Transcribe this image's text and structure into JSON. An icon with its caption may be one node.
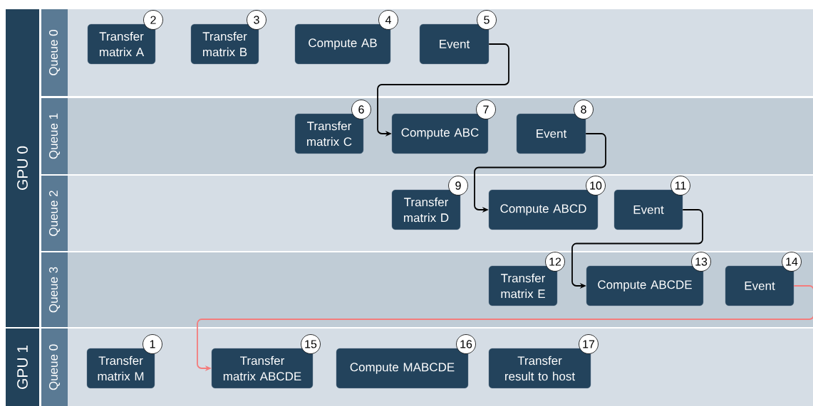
{
  "diagram": {
    "nodes": [
      {
        "text": [
          "GPU 0"
        ]
      },
      {
        "text": [
          "Queue 0"
        ]
      },
      {
        "text": [
          "Queue 1"
        ]
      },
      {
        "text": [
          "Queue 2"
        ]
      },
      {
        "text": [
          "Queue 3"
        ]
      },
      {
        "text": [
          "GPU 1"
        ]
      },
      {
        "text": [
          "Queue 0"
        ]
      },
      {
        "text": [
          "Transfer matrix A"
        ],
        "beside": [
          "2"
        ]
      },
      {
        "text": [
          "Transfer matrix B"
        ],
        "beside": [
          "3"
        ]
      },
      {
        "text": [
          "Compute AB"
        ],
        "beside": [
          "4"
        ]
      },
      {
        "text": [
          "Event"
        ],
        "beside": [
          "5"
        ]
      },
      {
        "text": [
          "Transfer matrix C"
        ],
        "beside": [
          "6"
        ]
      },
      {
        "text": [
          "Compute ABC"
        ],
        "beside": [
          "7"
        ]
      },
      {
        "text": [
          "Event"
        ],
        "beside": [
          "8"
        ]
      },
      {
        "text": [
          "Transfer matrix D"
        ],
        "beside": [
          "9"
        ]
      },
      {
        "text": [
          "Compute ABCD"
        ],
        "beside": [
          "10"
        ]
      },
      {
        "text": [
          "Event"
        ],
        "beside": [
          "11"
        ]
      },
      {
        "text": [
          "Transfer matrix E"
        ],
        "beside": [
          "12"
        ]
      },
      {
        "text": [
          "Compute ABCDE"
        ],
        "beside": [
          "13"
        ]
      },
      {
        "text": [
          "Event"
        ],
        "beside": [
          "14"
        ]
      },
      {
        "text": [
          "Transfer matrix M"
        ],
        "beside": [
          "1"
        ]
      },
      {
        "text": [
          "Transfer matrix ABCDE"
        ],
        "beside": [
          "15"
        ]
      },
      {
        "text": [
          "Compute MABCDE"
        ],
        "beside": [
          "16"
        ]
      },
      {
        "text": [
          "Transfer result to host"
        ],
        "beside": [
          "17"
        ]
      }
    ],
    "edges": [
      {
        "from": 10,
        "to": 12,
        "arrow": "to"
      },
      {
        "from": 13,
        "to": 15,
        "arrow": "to"
      },
      {
        "from": 16,
        "to": 18,
        "arrow": "to"
      },
      {
        "from": 19,
        "to": 21,
        "arrow": "to",
        "color": "#f47c7c"
      }
    ]
  }
}
